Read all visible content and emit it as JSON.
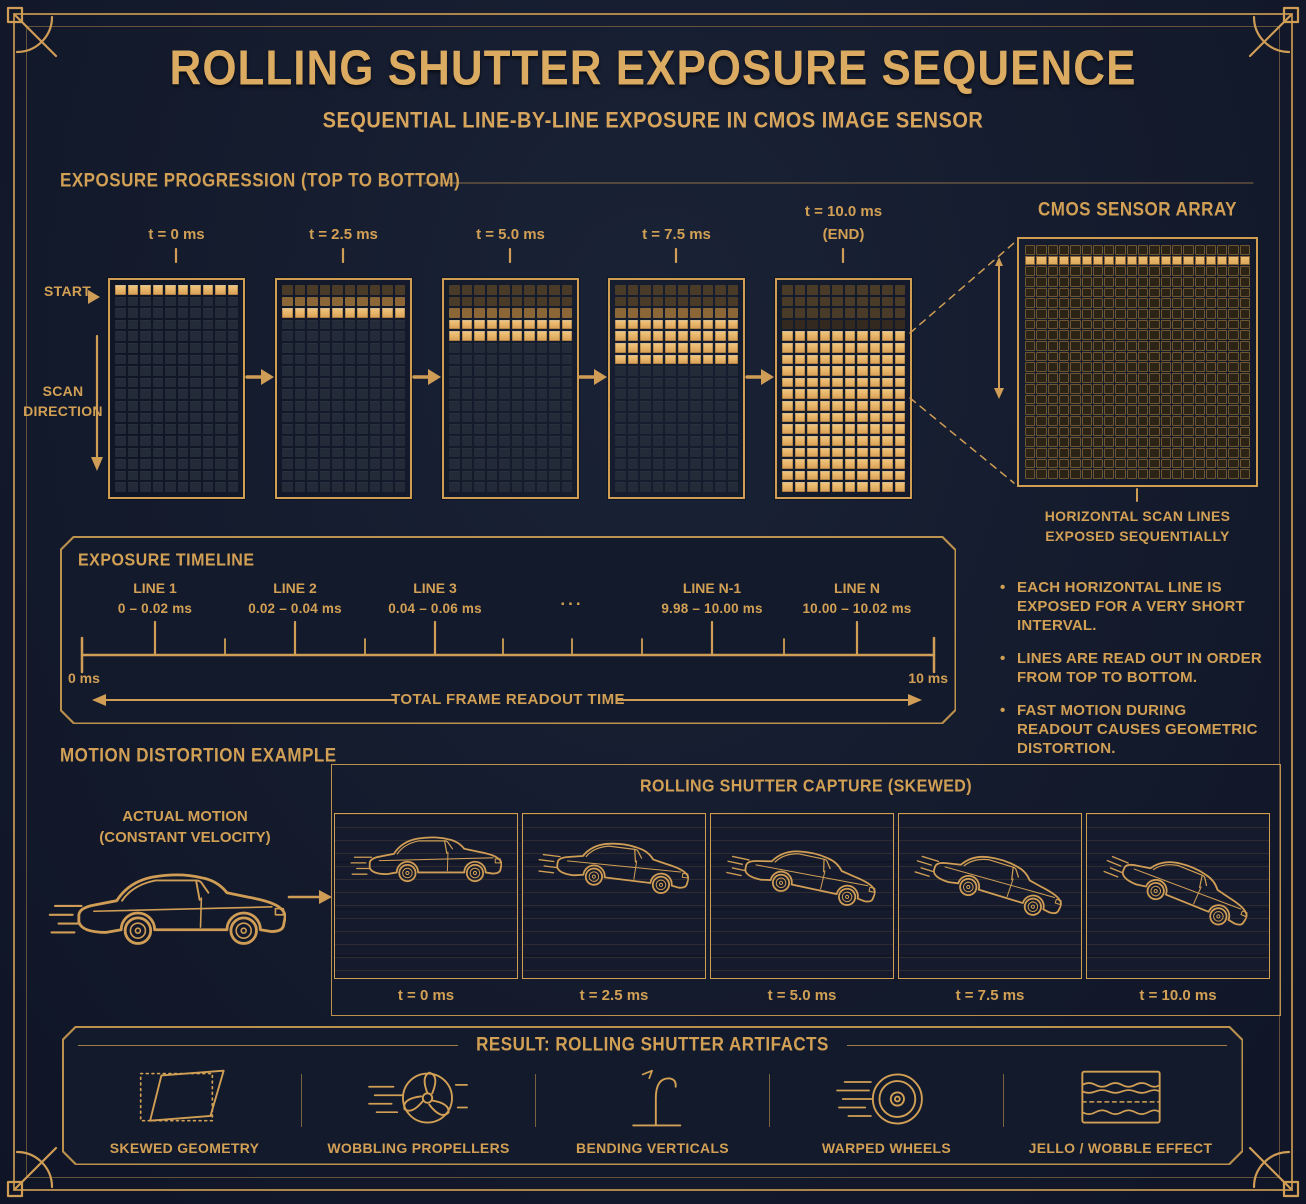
{
  "page": {
    "title": "ROLLING SHUTTER EXPOSURE SEQUENCE",
    "subtitle": "SEQUENTIAL LINE-BY-LINE EXPOSURE IN CMOS IMAGE SENSOR"
  },
  "colors": {
    "accent": "#d2a055",
    "bright_cell": "#eec072",
    "background": "#131a2c"
  },
  "progression": {
    "heading": "EXPOSURE PROGRESSION (TOP TO BOTTOM)",
    "start_label": "START",
    "scan_line1": "SCAN",
    "scan_line2": "DIRECTION",
    "cols": 10,
    "row_codes": {
      "B": "bright-exposing",
      "M": "mid-fade",
      "D": "dim-already-read",
      "T": "dark-fade",
      "O": "unexposed"
    },
    "grids": [
      {
        "label": "t = 0 ms",
        "rows": "BOOOOOOOOOOOOOOOOO"
      },
      {
        "label": "t = 2.5 ms",
        "rows": "DMBOOOOOOOOOOOOOOO"
      },
      {
        "label": "t = 5.0 ms",
        "rows": "DDMBBOOOOOOOOOOOOO"
      },
      {
        "label": "t = 7.5 ms",
        "rows": "DDMBBBBOOOOOOOOOOO"
      },
      {
        "label": "t = 10.0 ms",
        "label2": "(END)",
        "rows": "DDDTBBBBBBBBBBBBBB"
      }
    ]
  },
  "cmos": {
    "title": "CMOS SENSOR ARRAY",
    "cols": 20,
    "rows": 22,
    "bright_row": 1,
    "caption_line1": "HORIZONTAL SCAN LINES",
    "caption_line2": "EXPOSED SEQUENTIALLY"
  },
  "timeline": {
    "title": "EXPOSURE TIMELINE",
    "entries": [
      {
        "label": "LINE 1",
        "range": "0 – 0.02 ms"
      },
      {
        "label": "LINE 2",
        "range": "0.02 – 0.04 ms"
      },
      {
        "label": "LINE 3",
        "range": "0.04 – 0.06 ms"
      },
      {
        "label": "...",
        "range": ""
      },
      {
        "label": "LINE N-1",
        "range": "9.98 – 10.00 ms"
      },
      {
        "label": "LINE N",
        "range": "10.00 – 10.02 ms"
      }
    ],
    "axis_start": "0 ms",
    "axis_end": "10 ms",
    "readout": "TOTAL FRAME READOUT TIME"
  },
  "notes": [
    "EACH HORIZONTAL LINE IS EXPOSED FOR A VERY SHORT INTERVAL.",
    "LINES ARE READ OUT IN ORDER FROM TOP TO BOTTOM.",
    "FAST MOTION DURING READOUT CAUSES GEOMETRIC DISTORTION."
  ],
  "motion": {
    "heading": "MOTION DISTORTION EXAMPLE",
    "actual_line1": "ACTUAL MOTION",
    "actual_line2": "(CONSTANT VELOCITY)",
    "capture_title": "ROLLING SHUTTER CAPTURE (SKEWED)",
    "frames": [
      {
        "label": "t = 0 ms"
      },
      {
        "label": "t = 2.5 ms"
      },
      {
        "label": "t = 5.0 ms"
      },
      {
        "label": "t = 7.5 ms"
      },
      {
        "label": "t = 10.0 ms"
      }
    ]
  },
  "result": {
    "title": "RESULT: ROLLING SHUTTER ARTIFACTS",
    "artifacts": [
      {
        "label": "SKEWED GEOMETRY",
        "icon": "skewed-geometry-icon"
      },
      {
        "label": "WOBBLING PROPELLERS",
        "icon": "propeller-icon"
      },
      {
        "label": "BENDING VERTICALS",
        "icon": "bent-pole-icon"
      },
      {
        "label": "WARPED WHEELS",
        "icon": "wheel-icon"
      },
      {
        "label": "JELLO / WOBBLE EFFECT",
        "icon": "wobble-lines-icon"
      }
    ]
  }
}
